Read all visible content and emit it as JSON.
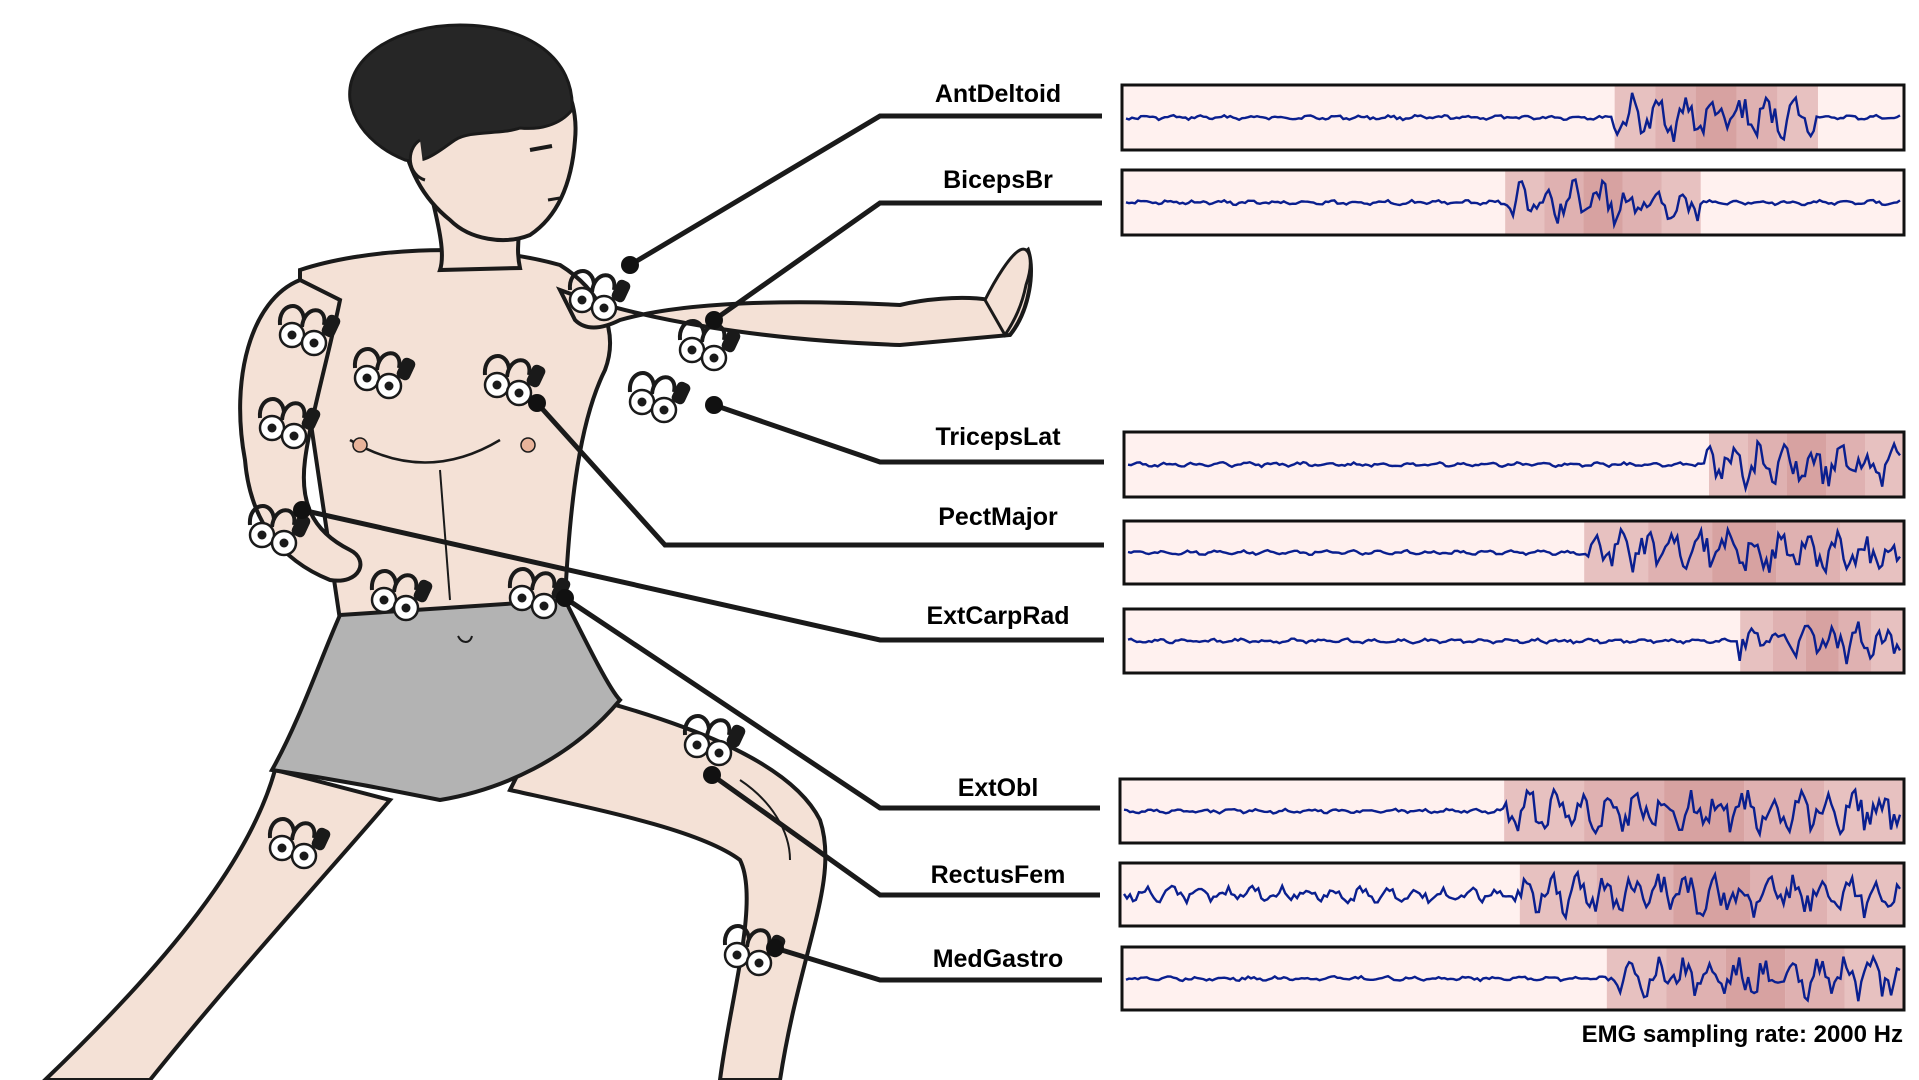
{
  "colors": {
    "skin": "#f4e1d6",
    "outline": "#1a1a1a",
    "hair": "#262626",
    "shorts": "#b3b3b3",
    "trace": "#0a1f8f",
    "panel_bg": "#fff1ef",
    "activation": "#c98787"
  },
  "sensor_icon": "emg-electrode-icon",
  "channels": [
    {
      "name": "AntDeltoid",
      "activation_start": 0.63,
      "activation_end": 0.89
    },
    {
      "name": "BicepsBr",
      "activation_start": 0.49,
      "activation_end": 0.74
    },
    {
      "name": "TricepsLat",
      "activation_start": 0.75,
      "activation_end": 1.0
    },
    {
      "name": "PectMajor",
      "activation_start": 0.59,
      "activation_end": 1.0
    },
    {
      "name": "ExtCarpRad",
      "activation_start": 0.79,
      "activation_end": 1.0
    },
    {
      "name": "ExtObl",
      "activation_start": 0.49,
      "activation_end": 1.0
    },
    {
      "name": "RectusFem",
      "activation_start": 0.51,
      "activation_end": 1.0
    },
    {
      "name": "MedGastro",
      "activation_start": 0.62,
      "activation_end": 1.0
    }
  ],
  "footer": "EMG sampling rate: 2000 Hz"
}
